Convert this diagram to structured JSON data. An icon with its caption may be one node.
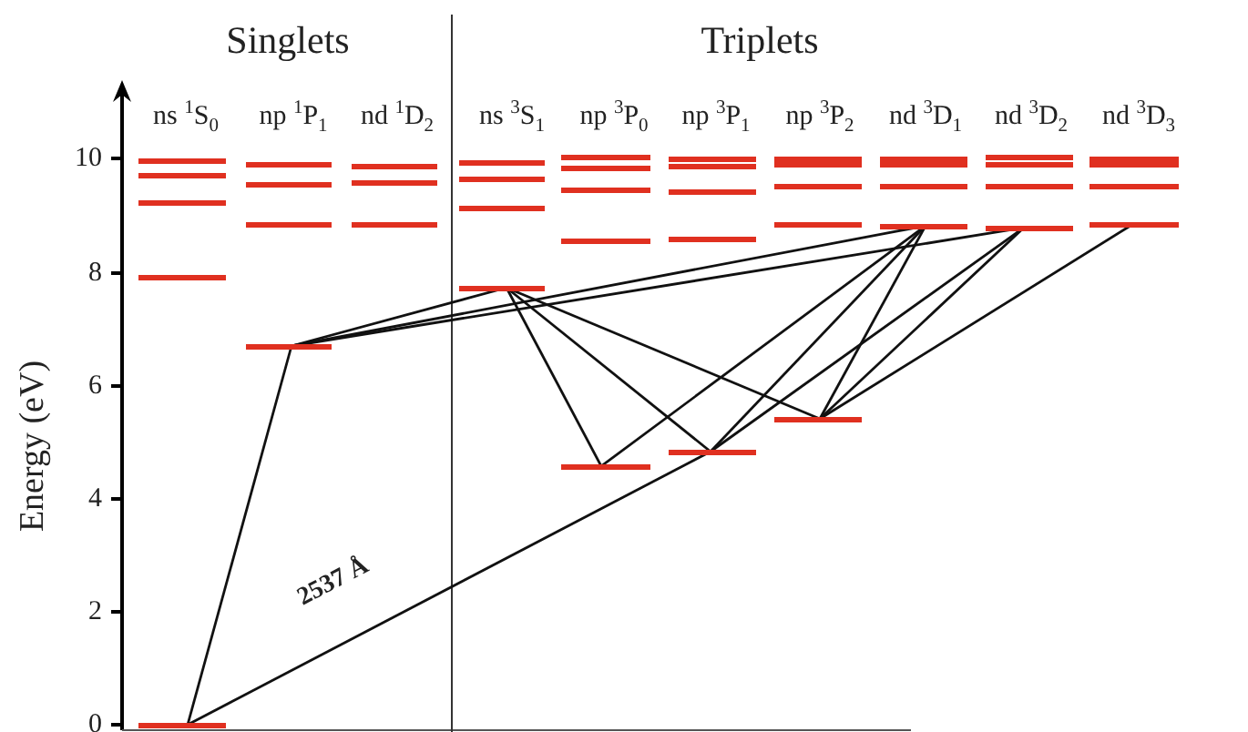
{
  "diagram": {
    "nodes": [
      {
        "text": [],
        "shape": "bar"
      },
      {
        "text": [],
        "shape": "bar"
      },
      {
        "text": [],
        "shape": "bar"
      },
      {
        "text": [],
        "shape": "bar"
      },
      {
        "text": [],
        "shape": "bar"
      },
      {
        "text": [],
        "shape": "bar"
      },
      {
        "text": [],
        "shape": "bar"
      },
      {
        "text": [],
        "shape": "bar"
      },
      {
        "text": [],
        "shape": "bar"
      },
      {
        "text": [],
        "shape": "bar"
      },
      {
        "text": [],
        "shape": "bar"
      },
      {
        "text": [],
        "shape": "bar"
      },
      {
        "text": [],
        "shape": "bar"
      },
      {
        "text": [],
        "shape": "bar"
      },
      {
        "text": [],
        "shape": "bar"
      },
      {
        "text": [],
        "shape": "bar"
      },
      {
        "text": [],
        "shape": "bar"
      },
      {
        "text": [],
        "shape": "bar"
      },
      {
        "text": [],
        "shape": "bar"
      },
      {
        "text": [],
        "shape": "bar"
      },
      {
        "text": [],
        "shape": "bar"
      },
      {
        "text": [],
        "shape": "bar"
      },
      {
        "text": [],
        "shape": "bar"
      },
      {
        "text": [],
        "shape": "bar"
      },
      {
        "text": [],
        "shape": "bar"
      },
      {
        "text": [],
        "shape": "bar"
      },
      {
        "text": [],
        "shape": "bar"
      },
      {
        "text": [],
        "shape": "bar"
      },
      {
        "text": [],
        "shape": "bar"
      },
      {
        "text": [],
        "shape": "bar"
      },
      {
        "text": [],
        "shape": "bar"
      },
      {
        "text": [],
        "shape": "bar"
      },
      {
        "text": [],
        "shape": "bar"
      },
      {
        "text": [],
        "shape": "bar"
      },
      {
        "text": [],
        "shape": "bar"
      },
      {
        "text": [],
        "shape": "bar"
      },
      {
        "text": [],
        "shape": "bar"
      },
      {
        "text": [],
        "shape": "bar"
      },
      {
        "text": [],
        "shape": "bar"
      },
      {
        "text": [],
        "shape": "bar"
      },
      {
        "text": [],
        "shape": "bar"
      },
      {
        "text": [],
        "shape": "bar"
      },
      {
        "text": [],
        "shape": "bar"
      }
    ],
    "edges": [
      {
        "from": 4,
        "to": 8,
        "arrow": "none"
      },
      {
        "from": 4,
        "to": 25,
        "arrow": "none",
        "label": "2537 Å"
      },
      {
        "from": 8,
        "to": 15,
        "arrow": "none"
      },
      {
        "from": 8,
        "to": 34,
        "arrow": "none"
      },
      {
        "from": 8,
        "to": 38,
        "arrow": "none"
      },
      {
        "from": 15,
        "to": 20,
        "arrow": "none"
      },
      {
        "from": 15,
        "to": 25,
        "arrow": "none"
      },
      {
        "from": 15,
        "to": 30,
        "arrow": "none"
      },
      {
        "from": 20,
        "to": 34,
        "arrow": "none"
      },
      {
        "from": 25,
        "to": 34,
        "arrow": "none"
      },
      {
        "from": 25,
        "to": 38,
        "arrow": "none"
      },
      {
        "from": 30,
        "to": 34,
        "arrow": "none"
      },
      {
        "from": 30,
        "to": 38,
        "arrow": "none"
      },
      {
        "from": 30,
        "to": 42,
        "arrow": "none"
      }
    ],
    "labels": [
      "Singlets",
      "Triplets",
      "ns $^{1}$S$_{0}$",
      "np $^{1}$P$_{1}$",
      "nd $^{1}$D$_{2}$",
      "ns $^{3}$S$_{1}$",
      "np $^{3}$P$_{0}$",
      "np $^{3}$P$_{1}$",
      "np $^{3}$P$_{2}$",
      "nd $^{3}$D$_{1}$",
      "nd $^{3}$D$_{2}$",
      "nd $^{3}$D$_{3}$",
      "10",
      "8",
      "6",
      "4",
      "2",
      "0",
      "Energy (eV)"
    ]
  }
}
